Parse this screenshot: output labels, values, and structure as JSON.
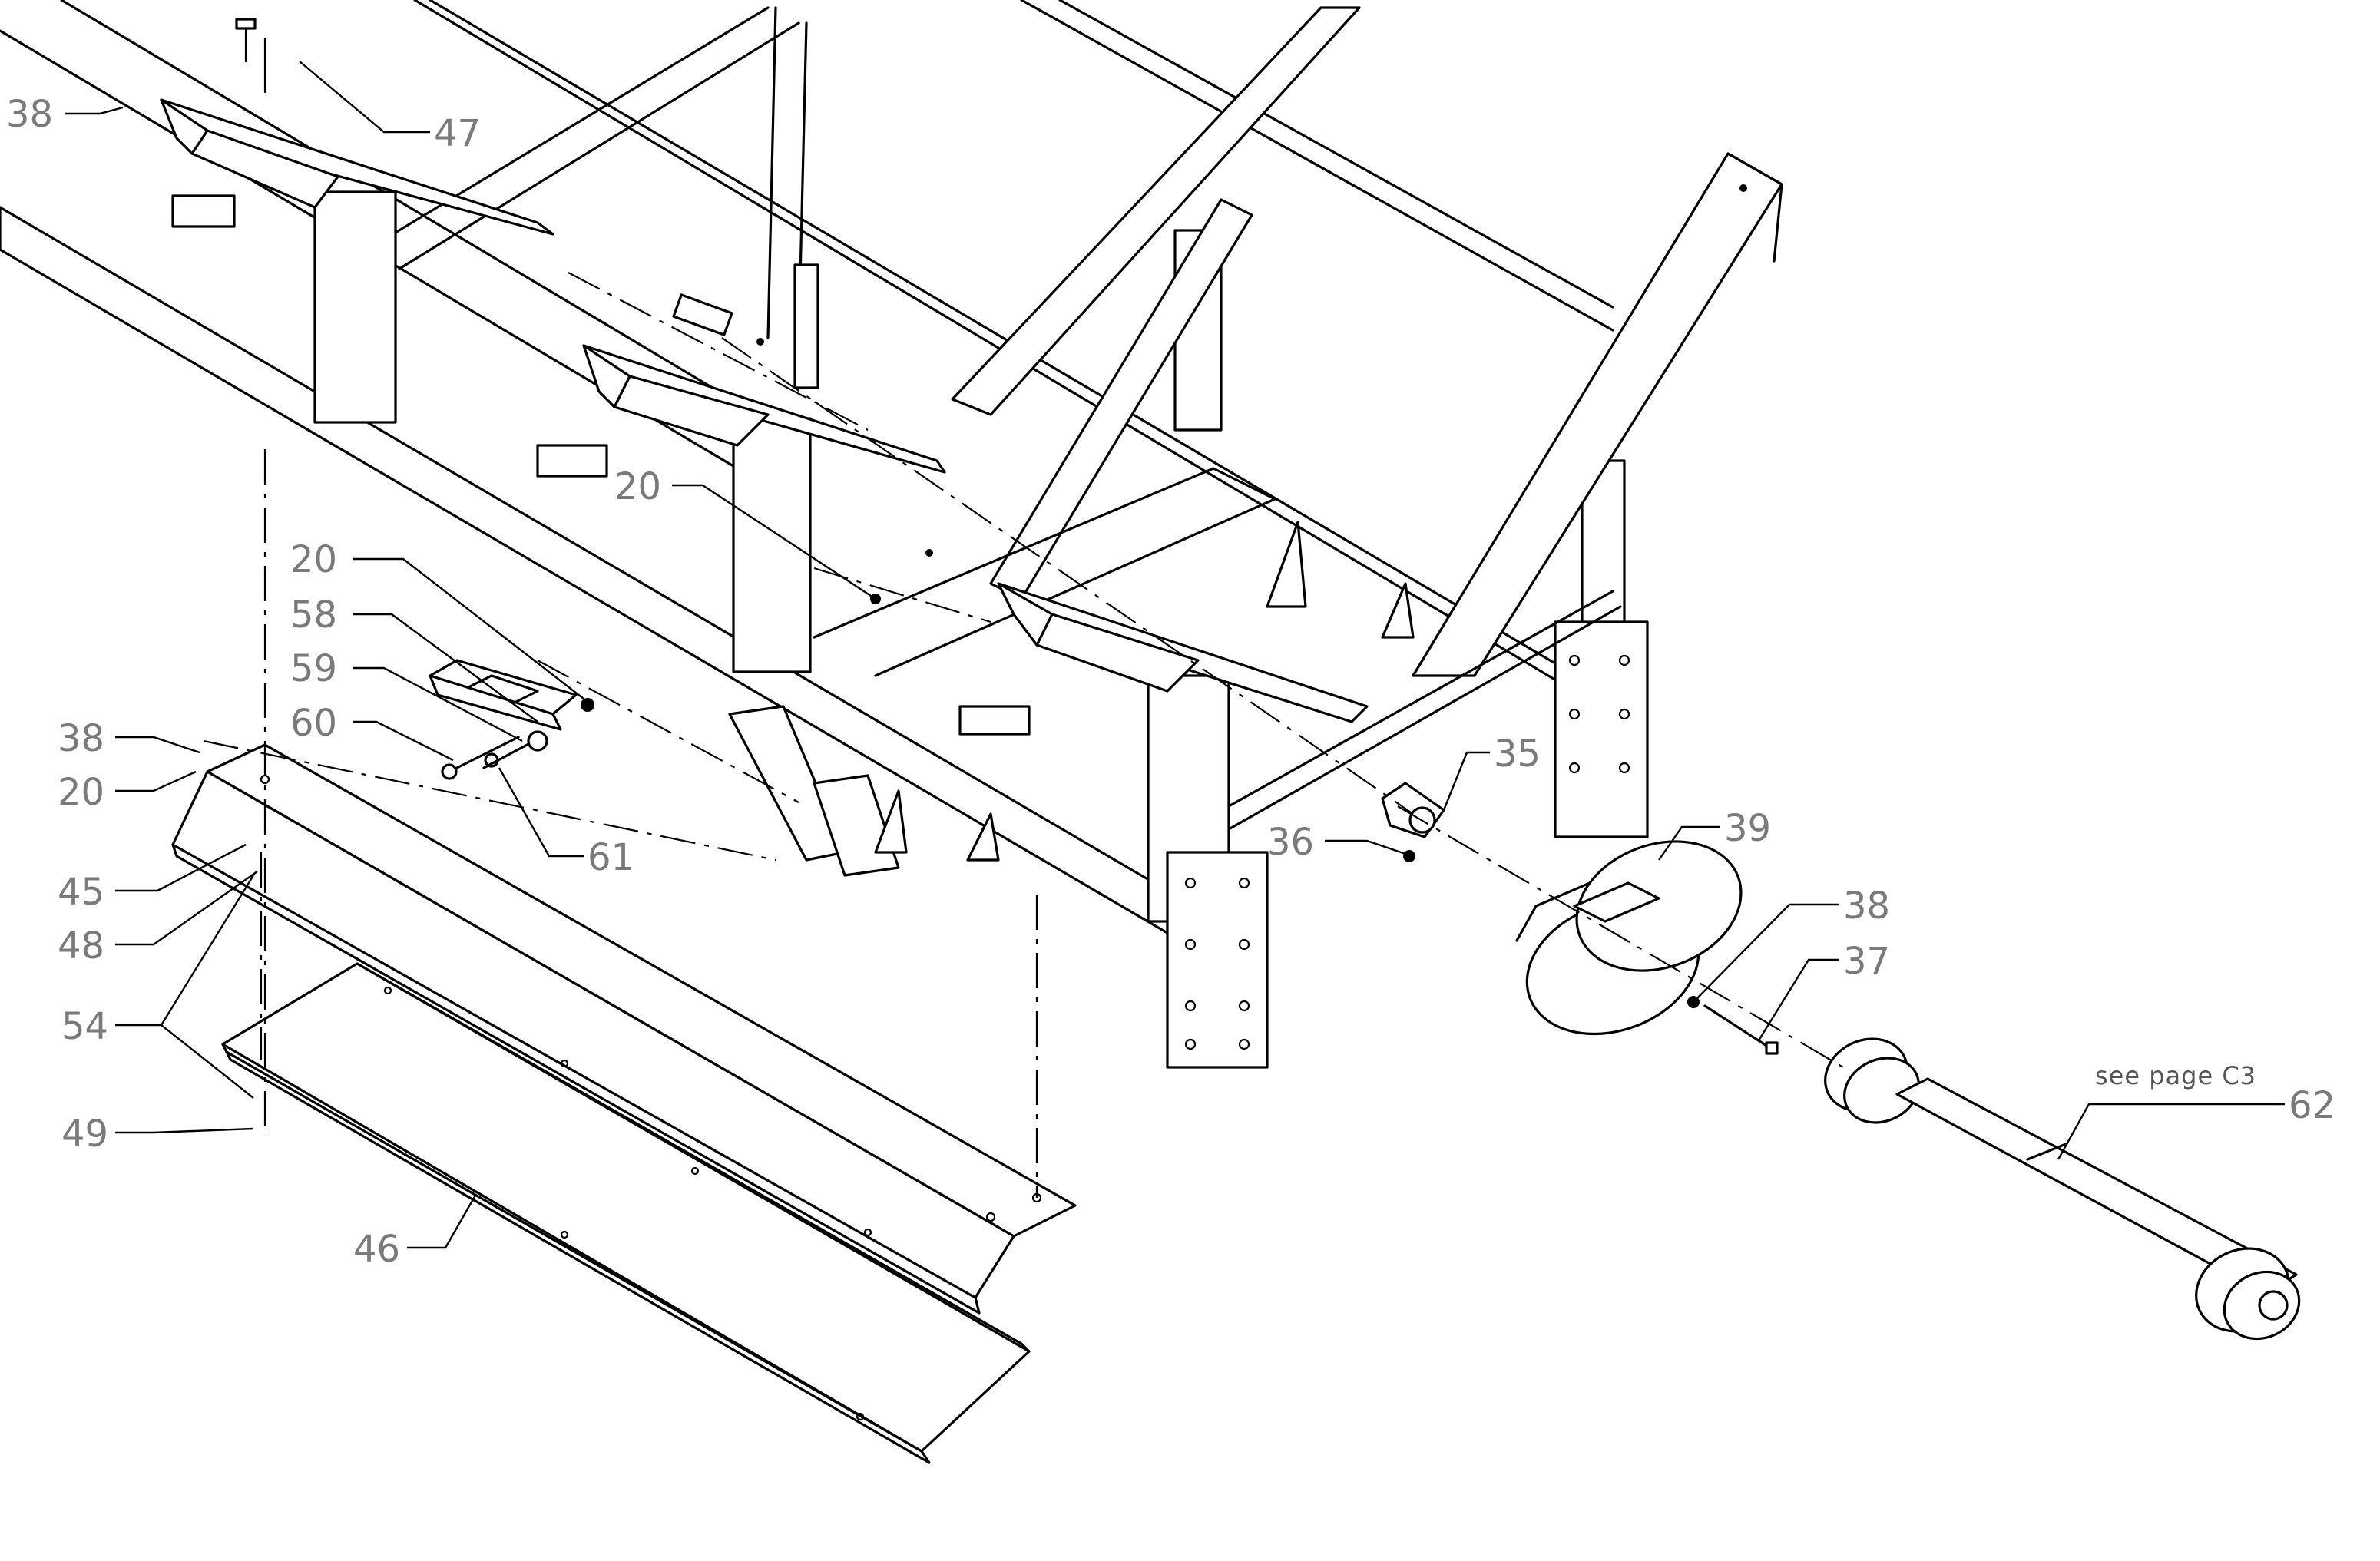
{
  "diagram": {
    "callouts": {
      "c38_top": "38",
      "c47": "47",
      "c20_mid": "20",
      "c20_a": "20",
      "c58": "58",
      "c59": "59",
      "c60": "60",
      "c61": "61",
      "c38_left": "38",
      "c20_left": "20",
      "c45": "45",
      "c48": "48",
      "c54": "54",
      "c49": "49",
      "c46": "46",
      "c35": "35",
      "c36": "36",
      "c39": "39",
      "c38_right": "38",
      "c37": "37",
      "c62": "62"
    },
    "note_text": "see page C3"
  }
}
